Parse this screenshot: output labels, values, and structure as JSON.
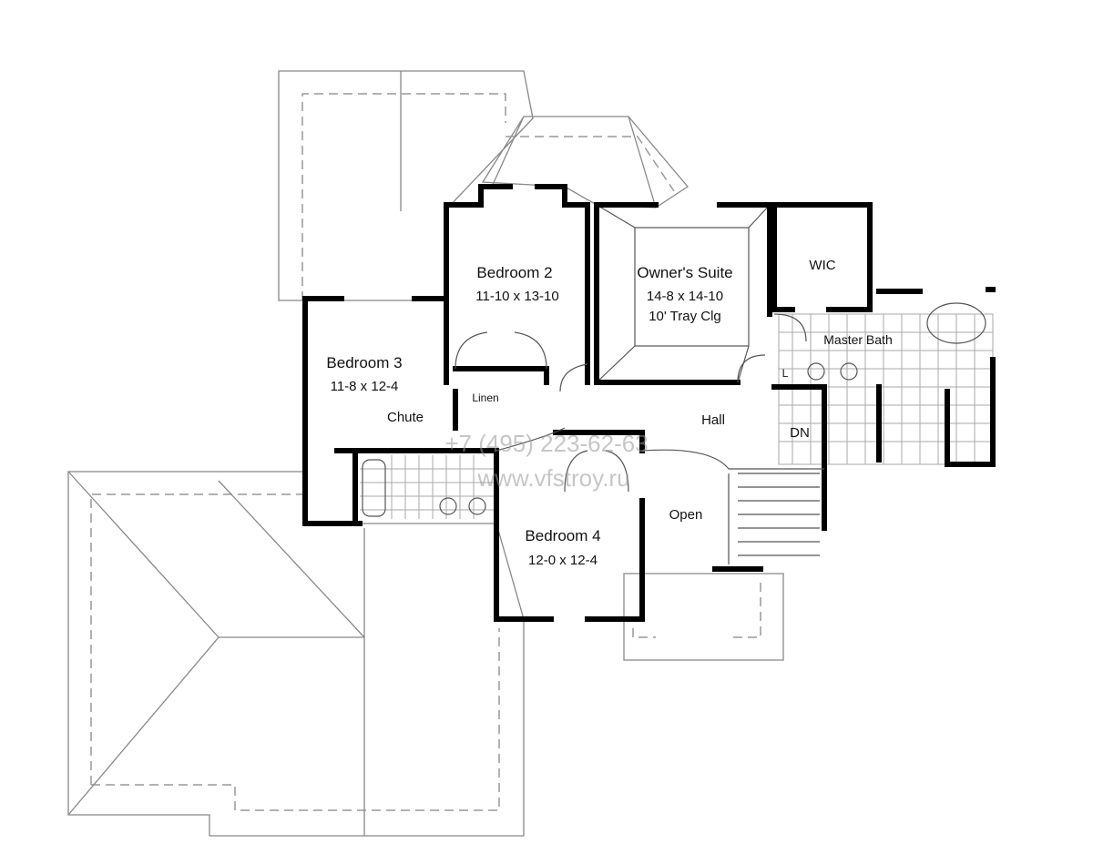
{
  "rooms": {
    "bedroom2": {
      "name": "Bedroom 2",
      "size": "11-10 x 13-10"
    },
    "owners_suite": {
      "name": "Owner's Suite",
      "size": "14-8 x 14-10",
      "note": "10' Tray Clg"
    },
    "wic": {
      "name": "WIC"
    },
    "master_bath": {
      "name": "Master Bath",
      "linen_mark": "L"
    },
    "bedroom3": {
      "name": "Bedroom 3",
      "size": "11-8 x 12-4"
    },
    "linen": {
      "name": "Linen"
    },
    "chute": {
      "name": "Chute"
    },
    "hall": {
      "name": "Hall"
    },
    "stairs": {
      "name": "DN"
    },
    "open": {
      "name": "Open"
    },
    "bedroom4": {
      "name": "Bedroom 4",
      "size": "12-0 x 12-4"
    }
  },
  "watermark": {
    "phone": "+7 (495) 223-62-63",
    "url": "www.vfstroy.ru"
  }
}
